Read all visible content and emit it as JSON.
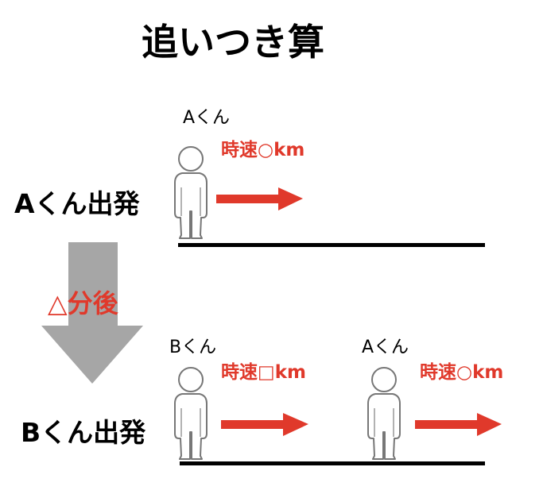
{
  "title": "追いつき算",
  "scene_a": {
    "start_label": "Aくん出発",
    "runner_name": "Aくん",
    "runner_speed": "時速○km"
  },
  "delay_label": "△分後",
  "scene_b": {
    "start_label": "Bくん出発",
    "runner_b_name": "Bくん",
    "runner_b_speed": "時速□km",
    "runner_a_name": "Aくん",
    "runner_a_speed": "時速○km"
  },
  "colors": {
    "accent": "#e0392b",
    "arrow_gray": "#a6a6a6"
  }
}
